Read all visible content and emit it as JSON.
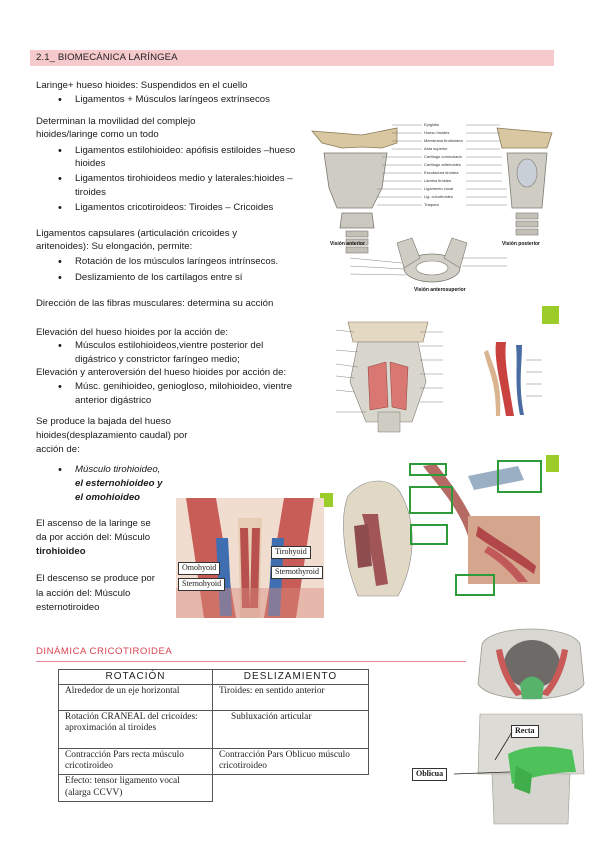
{
  "section_title": "2.1_ BIOMECÁNICA LARÍNGEA",
  "intro": {
    "line": "Laringe+ hueso hioides: Suspendidos en el cuello",
    "bullets": [
      "Ligamentos + Músculos laríngeos extrínsecos"
    ]
  },
  "mobility": {
    "line1": "Determinan la movilidad del complejo",
    "line2": "hioides/laringe como un todo",
    "bullets": [
      "Ligamentos estilohioideo: apófisis estiloides –hueso",
      "hioides",
      "Ligamentos tirohioideos medio y laterales:hioides –",
      "tiroides",
      "Ligamentos cricotiroideos: Tiroides – Cricoides"
    ]
  },
  "capsular": {
    "line1": "Ligamentos capsulares (articulación cricoides y",
    "line2": "aritenoides): Su elongación, permite:",
    "bullets": [
      "Rotación de los músculos laríngeos intrínsecos.",
      "Deslizamiento de los cartílagos entre sí"
    ]
  },
  "fibers": "Dirección de las fibras musculares: determina su acción",
  "elevation": {
    "line": "Elevación del hueso hioides por la acción de:",
    "bullets": [
      "Músculos estilohioideos,vientre posterior del",
      "digástrico y constrictor faríngeo medio;"
    ],
    "line2": "Elevación y anteroversión del hueso hioides por acción de:",
    "bullets2": [
      "Músc. genihioideo, geniogloso, milohioideo, vientre",
      "anterior digástrico"
    ]
  },
  "descent": {
    "line1": "Se produce la bajada del hueso",
    "line2": "hioides(desplazamiento caudal) por",
    "line3": "acción de:",
    "bullets": [
      "Músculo tirohioideo,",
      "el esternohioideo y",
      "el omohioideo"
    ]
  },
  "ascent": {
    "line1": "El ascenso de la laringe se",
    "line2": "da por acción del: Músculo",
    "line3": "tirohioideo"
  },
  "descent2": {
    "line1": "El descenso se produce por",
    "line2": "la acción del: Músculo",
    "line3": "esternotiroideo"
  },
  "neck_labels": [
    "Tirohyoid",
    "Omohyoid",
    "Sternothyroid",
    "Sternohyoid"
  ],
  "larynx_captions": [
    "Visión anterior",
    "Visión posterior",
    "Visión anterosuperior"
  ],
  "dynamics_title": "DINÁMICA CRICOTIROIDEA",
  "table": {
    "headers": [
      "ROTACIÓN",
      "DESLIZAMIENTO"
    ],
    "rows": [
      [
        "Alrededor de un eje horizontal",
        "Tiroides: en sentido anterior"
      ],
      [
        "Rotación CRANEAL del cricoides: aproximación al tiroides",
        "Subluxación articular"
      ],
      [
        "Contracción Pars recta músculo cricotiroideo",
        "Contracción Pars Oblicuo músculo cricotiroideo"
      ],
      [
        "Efecto: tensor ligamento vocal (alarga CCVV)",
        ""
      ]
    ]
  },
  "crico_labels": [
    "Recta",
    "Oblicua"
  ],
  "colors": {
    "section_bar": "#f6c9cc",
    "dynamics_title": "#d9434f",
    "accent_green": "#9ccc2a",
    "muscle_red": "#c0464a",
    "cartilage": "#c9c6bd"
  }
}
